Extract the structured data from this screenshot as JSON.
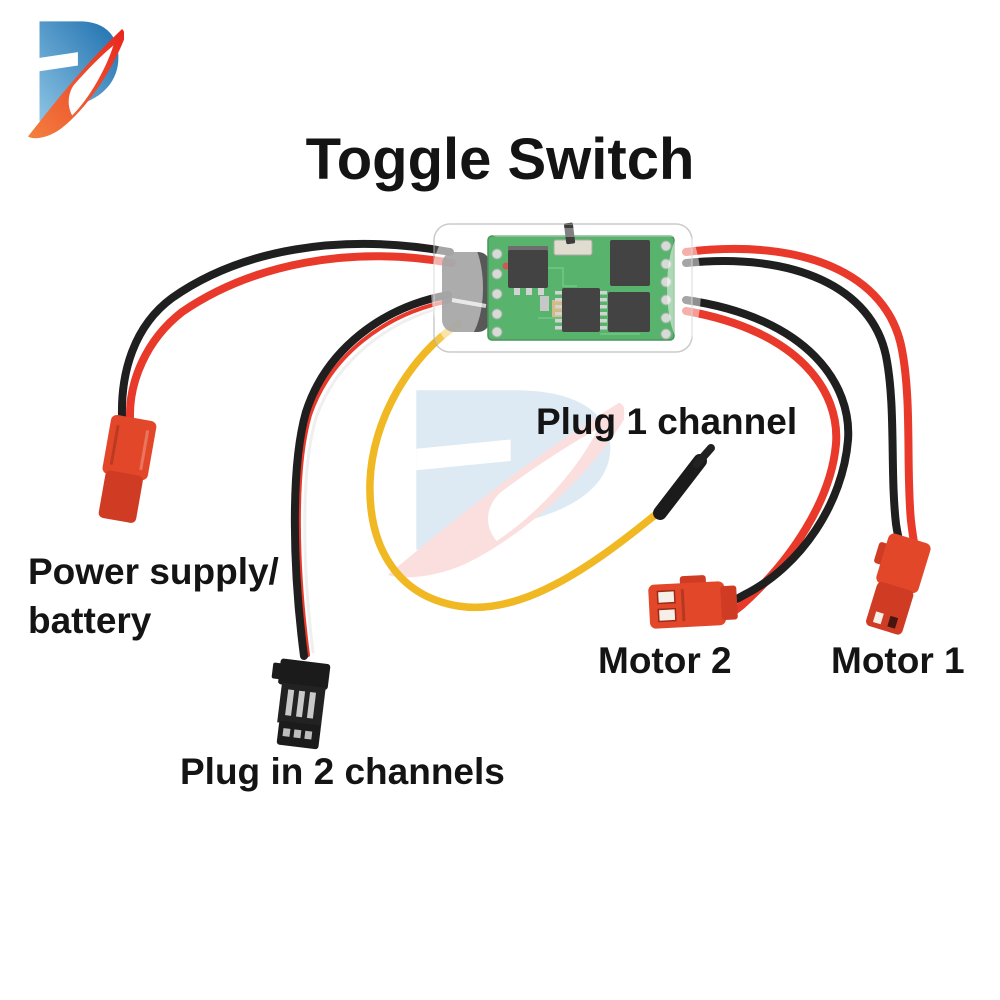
{
  "title": "Toggle Switch",
  "labels": {
    "plug_1_channel": "Plug 1 channel",
    "power_supply_line1": "Power supply/",
    "power_supply_line2": "battery",
    "motor_2": "Motor 2",
    "motor_1": "Motor 1",
    "plug_in_2_channels": "Plug in 2 channels"
  },
  "icons": {
    "brand_logo": "FD-swoosh-logo",
    "watermark": "FD-swoosh-logo-faded"
  },
  "colors": {
    "background": "#ffffff",
    "text": "#141414",
    "wire_red": "#e8392b",
    "wire_black": "#1f1f1f",
    "wire_yellow": "#f0b822",
    "connector_red": "#e3472a",
    "pcb_green": "#2fa049",
    "pcb_green_dark": "#1e7a33",
    "chip_black": "#141414",
    "pad_silver": "#ccd2cc",
    "logo_blue": "#1d6fae",
    "logo_blue_light": "#8cc3e4",
    "logo_red": "#e8251d",
    "logo_orange": "#f3813f"
  }
}
